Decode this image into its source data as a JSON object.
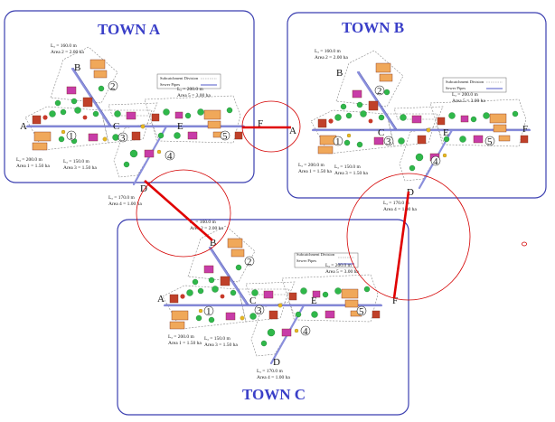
{
  "towns": [
    {
      "id": "a",
      "title": "TOWN A",
      "points": {
        "A": "A",
        "B": "B",
        "C": "C",
        "D": "D",
        "E": "E",
        "F": "F"
      },
      "zones": [
        "1",
        "2",
        "3",
        "4",
        "5"
      ],
      "labels": {
        "branch_b_len": "Lₐ = 160.0 m",
        "branch_b_area": "Area 2 = 2.00 ha",
        "branch_a_len": "Lₐ = 200.0 m",
        "branch_a_area": "Area 1 = 1.50 ha",
        "branch_c_len": "Lₐ = 150.0 m",
        "branch_c_area": "Area 3 = 1.50 ha",
        "branch_d_len": "Lₐ = 170.0 m",
        "branch_d_area": "Area 4 = 1.00 ha",
        "branch_e_len": "Lₐ = 200.0 m",
        "branch_e_area": "Area 5 = 3.00 ha"
      },
      "legend": [
        "Subcatchment Division",
        "Sewer Pipes"
      ]
    },
    {
      "id": "b",
      "title": "TOWN B",
      "points": {
        "A": "A",
        "B": "B",
        "C": "C",
        "D": "D",
        "E": "E",
        "F": "F"
      },
      "zones": [
        "1",
        "2",
        "3",
        "4",
        "5"
      ],
      "labels": {
        "branch_b_len": "Lₐ = 160.0 m",
        "branch_b_area": "Area 2 = 2.00 ha",
        "branch_a_len": "Lₐ = 200.0 m",
        "branch_a_area": "Area 1 = 1.50 ha",
        "branch_c_len": "Lₐ = 150.0 m",
        "branch_c_area": "Area 3 = 1.50 ha",
        "branch_d_len": "Lₐ = 170.0 m",
        "branch_d_area": "Area 4 = 1.00 ha",
        "branch_e_len": "Lₐ = 200.0 m",
        "branch_e_area": "Area 5 = 3.00 ha"
      },
      "legend": [
        "Subcatchment Division",
        "Sewer Pipes"
      ]
    },
    {
      "id": "c",
      "title": "TOWN C",
      "points": {
        "A": "A",
        "B": "B",
        "C": "C",
        "D": "D",
        "E": "E",
        "F": "F"
      },
      "zones": [
        "1",
        "2",
        "3",
        "4",
        "5"
      ],
      "labels": {
        "branch_b_len": "Lₐ = 160.0 m",
        "branch_b_area": "Area 2 = 2.00 ha",
        "branch_a_len": "Lₐ = 200.0 m",
        "branch_a_area": "Area 1 = 1.50 ha",
        "branch_c_len": "Lₐ = 150.0 m",
        "branch_c_area": "Area 3 = 1.50 ha",
        "branch_d_len": "Lₐ = 170.0 m",
        "branch_d_area": "Area 4 = 1.00 ha",
        "branch_e_len": "Lₐ = 200.0 m",
        "branch_e_area": "Area 5 = 3.00 ha"
      },
      "legend": [
        "Subcatchment Division",
        "Sewer Pipes"
      ]
    }
  ],
  "colors": {
    "frame": "#3b3fb0",
    "title": "#3a3fc8",
    "connector": "#e00000",
    "circle": "#d40000",
    "sewer": "#7a7fd6",
    "green": "#2fb84a",
    "orange": "#f0a85a",
    "brick": "#c0412a",
    "magenta": "#c83ca8"
  }
}
